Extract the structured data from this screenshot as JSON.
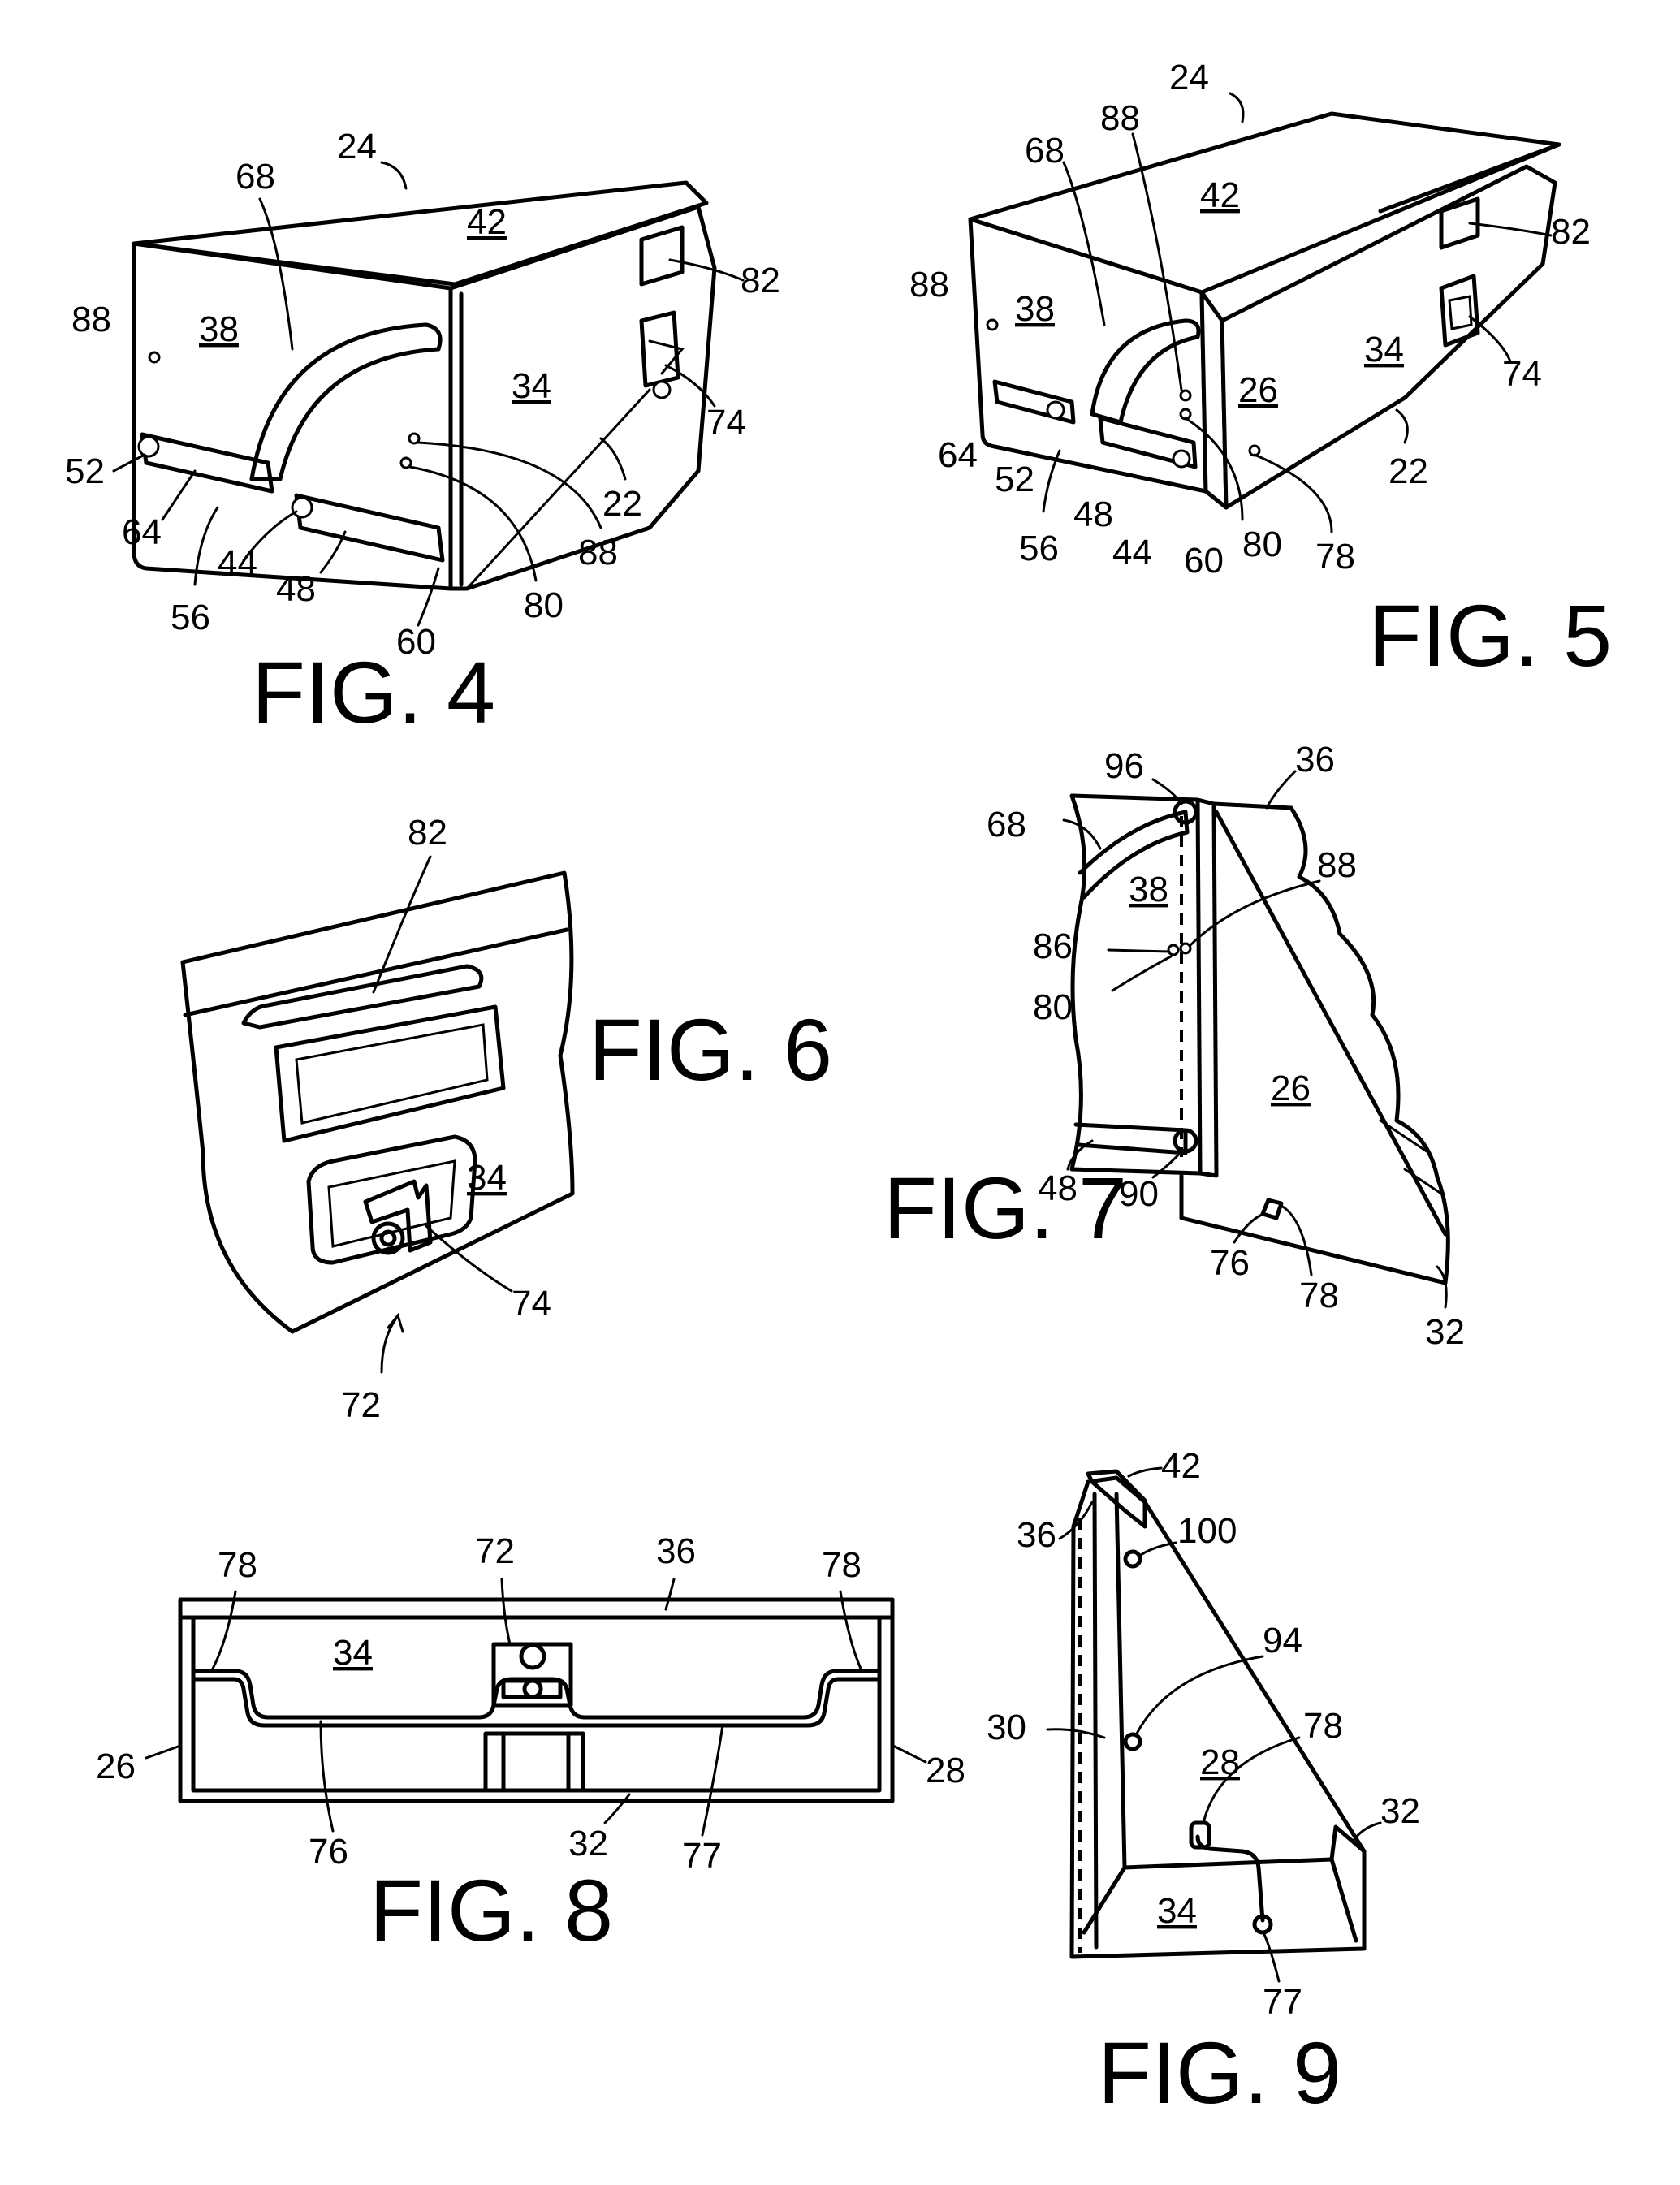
{
  "figures": {
    "fig4": {
      "caption": "FIG. 4",
      "face_labels": [
        "38",
        "42",
        "34"
      ],
      "refs": [
        "24",
        "68",
        "82",
        "88",
        "74",
        "52",
        "22",
        "64",
        "44",
        "48",
        "88",
        "56",
        "80",
        "60"
      ]
    },
    "fig5": {
      "caption": "FIG. 5",
      "face_labels": [
        "42",
        "38",
        "34",
        "26"
      ],
      "refs": [
        "24",
        "88",
        "68",
        "82",
        "88",
        "74",
        "22",
        "64",
        "52",
        "48",
        "44",
        "60",
        "80",
        "78",
        "56"
      ]
    },
    "fig6": {
      "caption": "FIG. 6",
      "face_labels": [
        "34"
      ],
      "refs": [
        "82",
        "74",
        "72"
      ]
    },
    "fig7": {
      "caption": "FIG. 7",
      "face_labels": [
        "38",
        "26"
      ],
      "refs": [
        "96",
        "36",
        "68",
        "88",
        "86",
        "80",
        "48",
        "90",
        "76",
        "78",
        "32"
      ]
    },
    "fig8": {
      "caption": "FIG. 8",
      "face_labels": [
        "34"
      ],
      "refs": [
        "78",
        "72",
        "36",
        "78",
        "26",
        "28",
        "76",
        "32",
        "77"
      ]
    },
    "fig9": {
      "caption": "FIG. 9",
      "face_labels": [
        "28",
        "34"
      ],
      "refs": [
        "42",
        "36",
        "100",
        "94",
        "30",
        "78",
        "32",
        "77"
      ]
    }
  }
}
